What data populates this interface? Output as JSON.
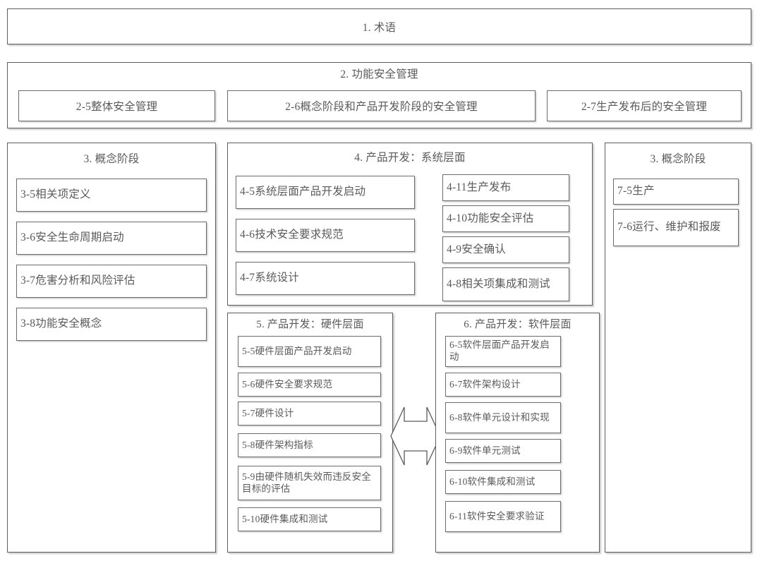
{
  "diagram": {
    "title": "ISO 26262 structure overview (Chinese)",
    "colors": {
      "border": "#5e5e5e",
      "text": "#5a5a5a",
      "background": "#ffffff"
    },
    "part1": {
      "label": "1. 术语"
    },
    "part2": {
      "title": "2. 功能安全管理",
      "items": [
        {
          "label": "2-5整体安全管理"
        },
        {
          "label": "2-6概念阶段和产品开发阶段的安全管理"
        },
        {
          "label": "2-7生产发布后的安全管理"
        }
      ]
    },
    "part3": {
      "title": "3. 概念阶段",
      "items": [
        {
          "label": "3-5相关项定义"
        },
        {
          "label": "3-6安全生命周期启动"
        },
        {
          "label": "3-7危害分析和风险评估"
        },
        {
          "label": "3-8功能安全概念"
        }
      ]
    },
    "part4": {
      "title": "4. 产品开发：系统层面",
      "left_items": [
        {
          "label": "4-5系统层面产品开发启动"
        },
        {
          "label": "4-6技术安全要求规范"
        },
        {
          "label": "4-7系统设计"
        }
      ],
      "right_items": [
        {
          "label": "4-11生产发布"
        },
        {
          "label": "4-10功能安全评估"
        },
        {
          "label": "4-9安全确认"
        },
        {
          "label": "4-8相关项集成和测试"
        }
      ]
    },
    "part5": {
      "title": "5. 产品开发：硬件层面",
      "items": [
        {
          "label": "5-5硬件层面产品开发启动"
        },
        {
          "label": "5-6硬件安全要求规范"
        },
        {
          "label": "5-7硬件设计"
        },
        {
          "label": "5-8硬件架构指标"
        },
        {
          "label": "5-9由硬件随机失效而违反安全目标的评估"
        },
        {
          "label": "5-10硬件集成和测试"
        }
      ]
    },
    "part6": {
      "title": "6. 产品开发：软件层面",
      "items": [
        {
          "label": "6-5软件层面产品开发启动"
        },
        {
          "label": "6-7软件架构设计"
        },
        {
          "label": "6-8软件单元设计和实现"
        },
        {
          "label": "6-9软件单元测试"
        },
        {
          "label": "6-10软件集成和测试"
        },
        {
          "label": "6-11软件安全要求验证"
        }
      ]
    },
    "part7": {
      "title": "3. 概念阶段",
      "items": [
        {
          "label": "7-5生产"
        },
        {
          "label": "7-6运行、维护和报废"
        }
      ]
    },
    "connector": {
      "name": "bidirectional-arrow",
      "description": "双向箭头"
    }
  }
}
